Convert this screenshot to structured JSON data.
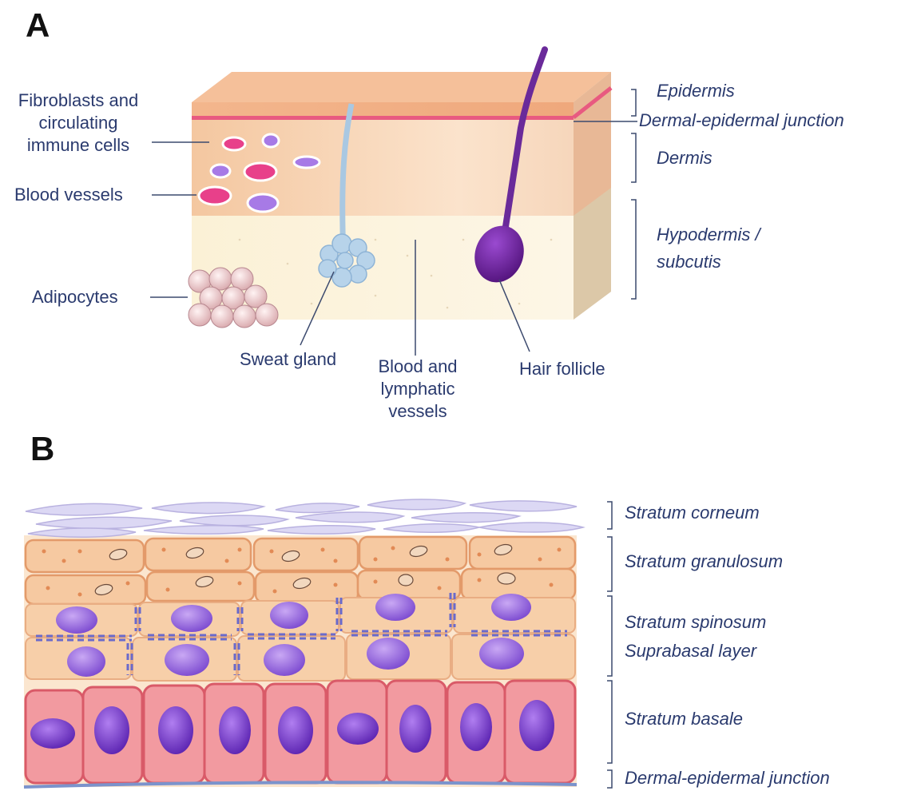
{
  "panels": {
    "a": "A",
    "b": "B"
  },
  "panel_a": {
    "left_labels": {
      "fibroblasts": [
        "Fibroblasts and",
        "circulating",
        "immune cells"
      ],
      "blood_vessels": "Blood vessels",
      "adipocytes": "Adipocytes"
    },
    "bottom_labels": {
      "sweat_gland": "Sweat gland",
      "blood_lymph": [
        "Blood and",
        "lymphatic",
        "vessels"
      ],
      "hair_follicle": "Hair follicle"
    },
    "right_labels": {
      "epidermis": "Epidermis",
      "dej": "Dermal-epidermal junction",
      "dermis": "Dermis",
      "hypodermis": [
        "Hypodermis /",
        "subcutis"
      ]
    }
  },
  "panel_b": {
    "layers": {
      "corneum": "Stratum corneum",
      "granulosum": "Stratum granulosum",
      "spinosum": "Stratum spinosum",
      "suprabasal": "Suprabasal layer",
      "basale": "Stratum basale",
      "dej": "Dermal-epidermal junction"
    }
  },
  "colors": {
    "label_text": "#2a3a6e",
    "epidermis": "#f2b088",
    "dej_line": "#e85a80",
    "dermis": "#f7d3b3",
    "hypodermis": "#fbf2dc",
    "hair": "#6a2a9a",
    "sweat_gland": "#a9c8e2",
    "basal_cell": "#f29aa0",
    "nucleus": "#8a5ad8",
    "corneum": "#d8d4f2"
  }
}
